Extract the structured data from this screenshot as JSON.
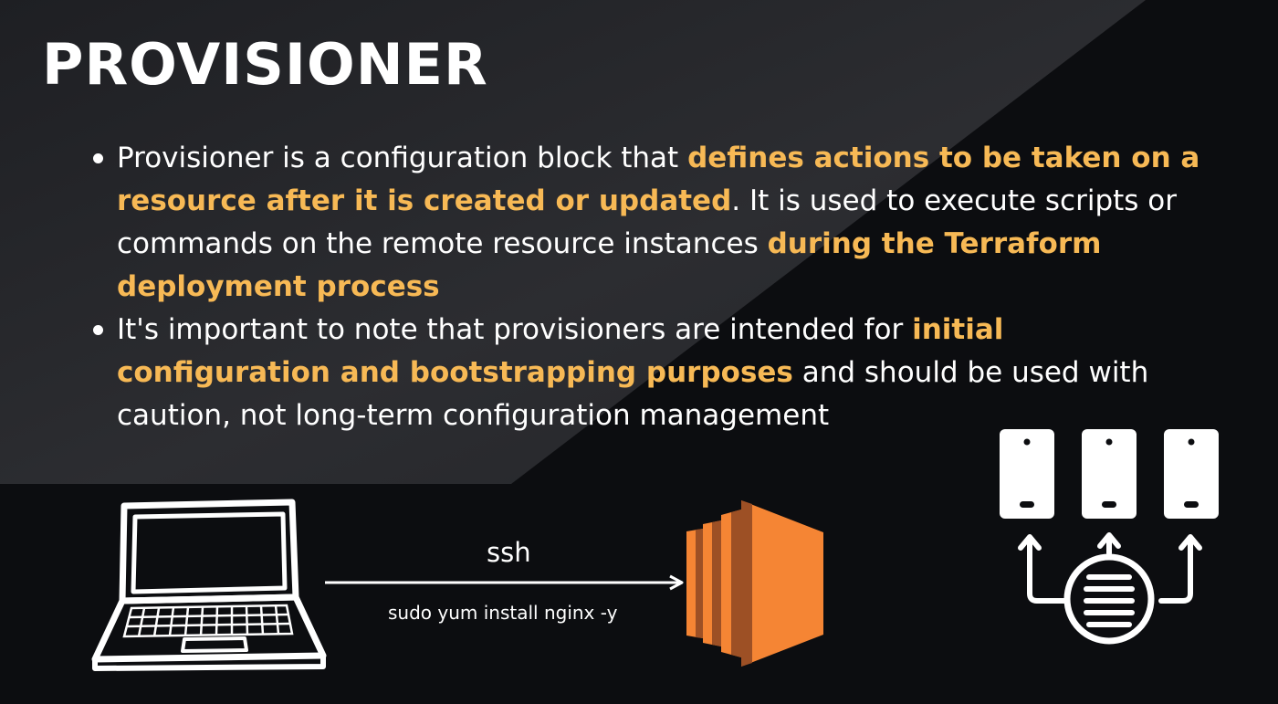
{
  "title": "PROVISIONER",
  "bullets": [
    {
      "segments": [
        {
          "text": "Provisioner is a configuration block that ",
          "highlight": false
        },
        {
          "text": "defines actions to be taken on a resource after it is created or updated",
          "highlight": true
        },
        {
          "text": ". It is used to execute scripts or commands on the remote resource instances ",
          "highlight": false
        },
        {
          "text": "during the Terraform deployment process",
          "highlight": true
        }
      ]
    },
    {
      "segments": [
        {
          "text": "It's important to note that provisioners are intended for ",
          "highlight": false
        },
        {
          "text": "initial configuration and bootstrapping purposes",
          "highlight": true
        },
        {
          "text": " and should be used with caution, not long-term configuration management",
          "highlight": false
        }
      ]
    }
  ],
  "diagram": {
    "arrow_label": "ssh",
    "command": "sudo yum install nginx -y",
    "source_icon": "laptop-icon",
    "target_icon": "ec2-instance-icon",
    "fanout_icon": "server-fanout-icon"
  },
  "colors": {
    "background": "#0c0d10",
    "background_band": "#2b2c30",
    "highlight": "#f7b955",
    "text": "#ffffff",
    "ec2_orange": "#f58534",
    "ec2_dark": "#9d5025"
  }
}
